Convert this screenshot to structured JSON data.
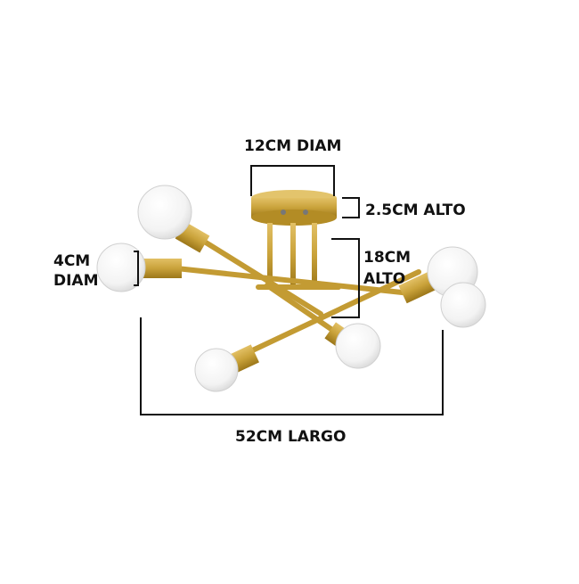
{
  "dimensions": {
    "canopy_diameter": "12CM DIAM",
    "canopy_height": "2.5CM ALTO",
    "bulb_diameter_line1": "4CM",
    "bulb_diameter_line2": "DIAM",
    "rod_height_line1": "18CM",
    "rod_height_line2": "ALTO",
    "total_length": "52CM LARGO"
  },
  "colors": {
    "brass": "#c9a23a",
    "brass_dark": "#a9831f",
    "bulb": "#ffffff",
    "dimension_line": "#111111"
  }
}
